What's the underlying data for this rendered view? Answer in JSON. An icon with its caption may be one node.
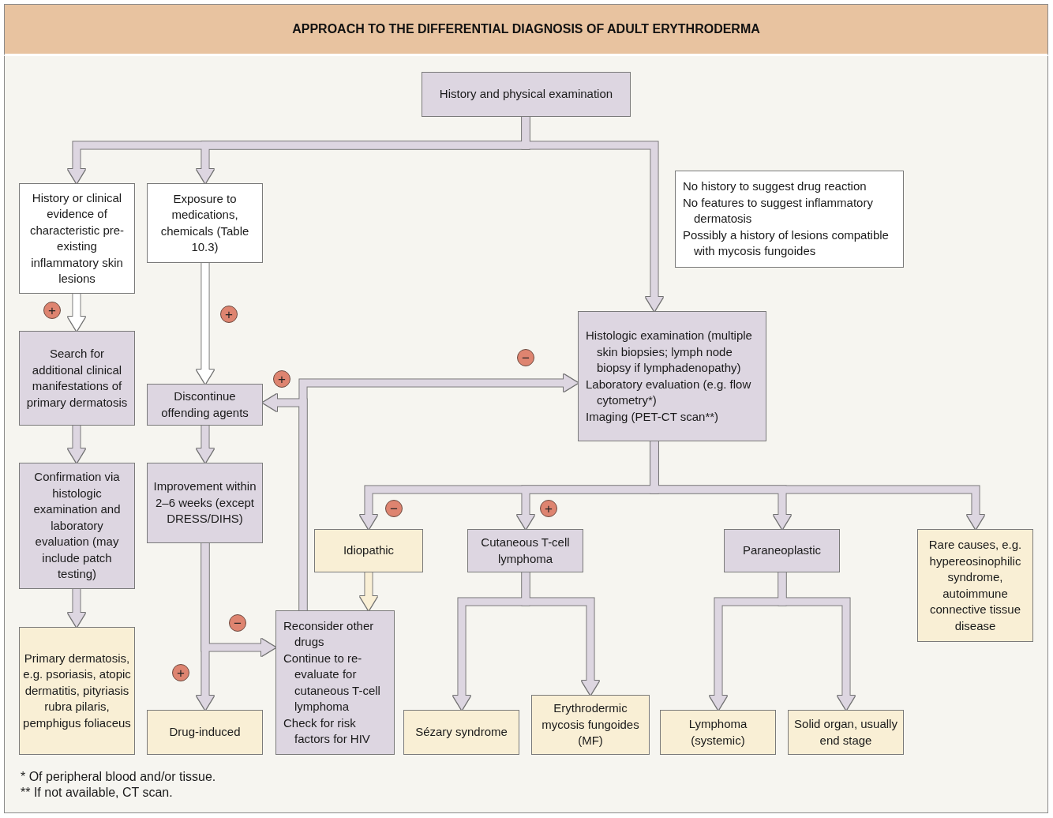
{
  "diagram": {
    "title": "APPROACH TO THE DIFFERENTIAL DIAGNOSIS OF ADULT ERYTHRODERMA",
    "nodes": [
      {
        "text": [
          "History and physical examination"
        ]
      },
      {
        "text": [
          "History or clinical evidence of characteristic pre-existing inflammatory skin lesions"
        ]
      },
      {
        "text": [
          "Exposure to medications, chemicals (Table 10.3)"
        ]
      },
      {
        "text": [
          "No history to suggest drug reaction",
          "No features to suggest inflammatory dermatosis",
          "Possibly a history of lesions compatible with mycosis fungoides"
        ]
      },
      {
        "text": [
          "Histologic examination (multiple skin biopsies; lymph node biopsy if lymphadenopathy)",
          "Laboratory evaluation (e.g. flow cytometry*)",
          "Imaging (PET-CT scan**)"
        ]
      },
      {
        "text": [
          "Search for additional clinical manifestations of primary dermatosis"
        ]
      },
      {
        "text": [
          "Discontinue offending agents"
        ]
      },
      {
        "text": [
          "Confirmation via histologic examination and laboratory evaluation (may include patch testing)"
        ]
      },
      {
        "text": [
          "Improvement within 2–6 weeks (except DRESS/DIHS)"
        ]
      },
      {
        "text": [
          "Idiopathic"
        ]
      },
      {
        "text": [
          "Cutaneous T-cell lymphoma"
        ]
      },
      {
        "text": [
          "Paraneoplastic"
        ]
      },
      {
        "text": [
          "Rare causes, e.g. hypereosinophilic syndrome, autoimmune connective tissue disease"
        ]
      },
      {
        "text": [
          "Primary dermatosis, e.g. psoriasis, atopic dermatitis, pityriasis rubra pilaris, pemphigus foliaceus"
        ]
      },
      {
        "text": [
          "Drug-induced"
        ]
      },
      {
        "text": [
          "Reconsider other drugs",
          "Continue to re-evaluate for cutaneous T-cell lymphoma",
          "Check for risk factors for HIV"
        ]
      },
      {
        "text": [
          "Sézary syndrome"
        ]
      },
      {
        "text": [
          "Erythrodermic mycosis fungoides (MF)"
        ]
      },
      {
        "text": [
          "Lymphoma (systemic)"
        ]
      },
      {
        "text": [
          "Solid organ, usually end stage"
        ]
      }
    ],
    "edges": [
      {
        "from": 0,
        "to": 1,
        "arrow": "to"
      },
      {
        "from": 0,
        "to": 2,
        "arrow": "to"
      },
      {
        "from": 0,
        "to": 4,
        "arrow": "to"
      },
      {
        "from": 1,
        "to": 5,
        "arrow": "to",
        "label": "+",
        "color": "#ffffff"
      },
      {
        "from": 2,
        "to": 6,
        "arrow": "to",
        "label": "+",
        "color": "#ffffff"
      },
      {
        "from": 5,
        "to": 7,
        "arrow": "to"
      },
      {
        "from": 7,
        "to": 13,
        "arrow": "to"
      },
      {
        "from": 6,
        "to": 8,
        "arrow": "to"
      },
      {
        "from": 8,
        "to": 14,
        "arrow": "to",
        "label": "+"
      },
      {
        "from": 8,
        "to": 15,
        "arrow": "to",
        "label": "−"
      },
      {
        "from": 15,
        "to": 6,
        "arrow": "to",
        "label": "+"
      },
      {
        "from": 15,
        "to": 4,
        "arrow": "to",
        "label": "−"
      },
      {
        "from": 4,
        "to": 9,
        "arrow": "to",
        "label": "−"
      },
      {
        "from": 4,
        "to": 10,
        "arrow": "to",
        "label": "+"
      },
      {
        "from": 4,
        "to": 11,
        "arrow": "to"
      },
      {
        "from": 4,
        "to": 12,
        "arrow": "to"
      },
      {
        "from": 9,
        "to": 15,
        "arrow": "to",
        "color": "#f9efd5"
      },
      {
        "from": 10,
        "to": 16,
        "arrow": "to"
      },
      {
        "from": 10,
        "to": 17,
        "arrow": "to"
      },
      {
        "from": 11,
        "to": 18,
        "arrow": "to"
      },
      {
        "from": 11,
        "to": 19,
        "arrow": "to"
      }
    ],
    "labels": [
      "* Of peripheral blood and/or tissue.",
      "** If not available, CT scan."
    ]
  }
}
